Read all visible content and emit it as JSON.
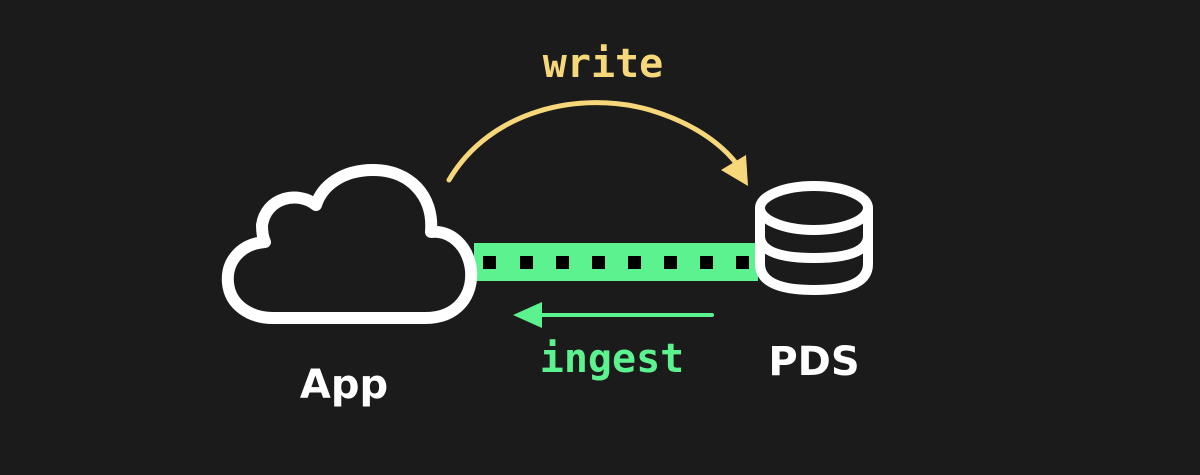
{
  "labels": {
    "write": "write",
    "ingest": "ingest",
    "app": "App",
    "pds": "PDS"
  },
  "colors": {
    "background": "#1b1b1b",
    "write": "#f6d77a",
    "ingest": "#5cf28f",
    "node": "#ffffff"
  },
  "icons": {
    "app": "cloud-icon",
    "pds": "database-icon"
  }
}
